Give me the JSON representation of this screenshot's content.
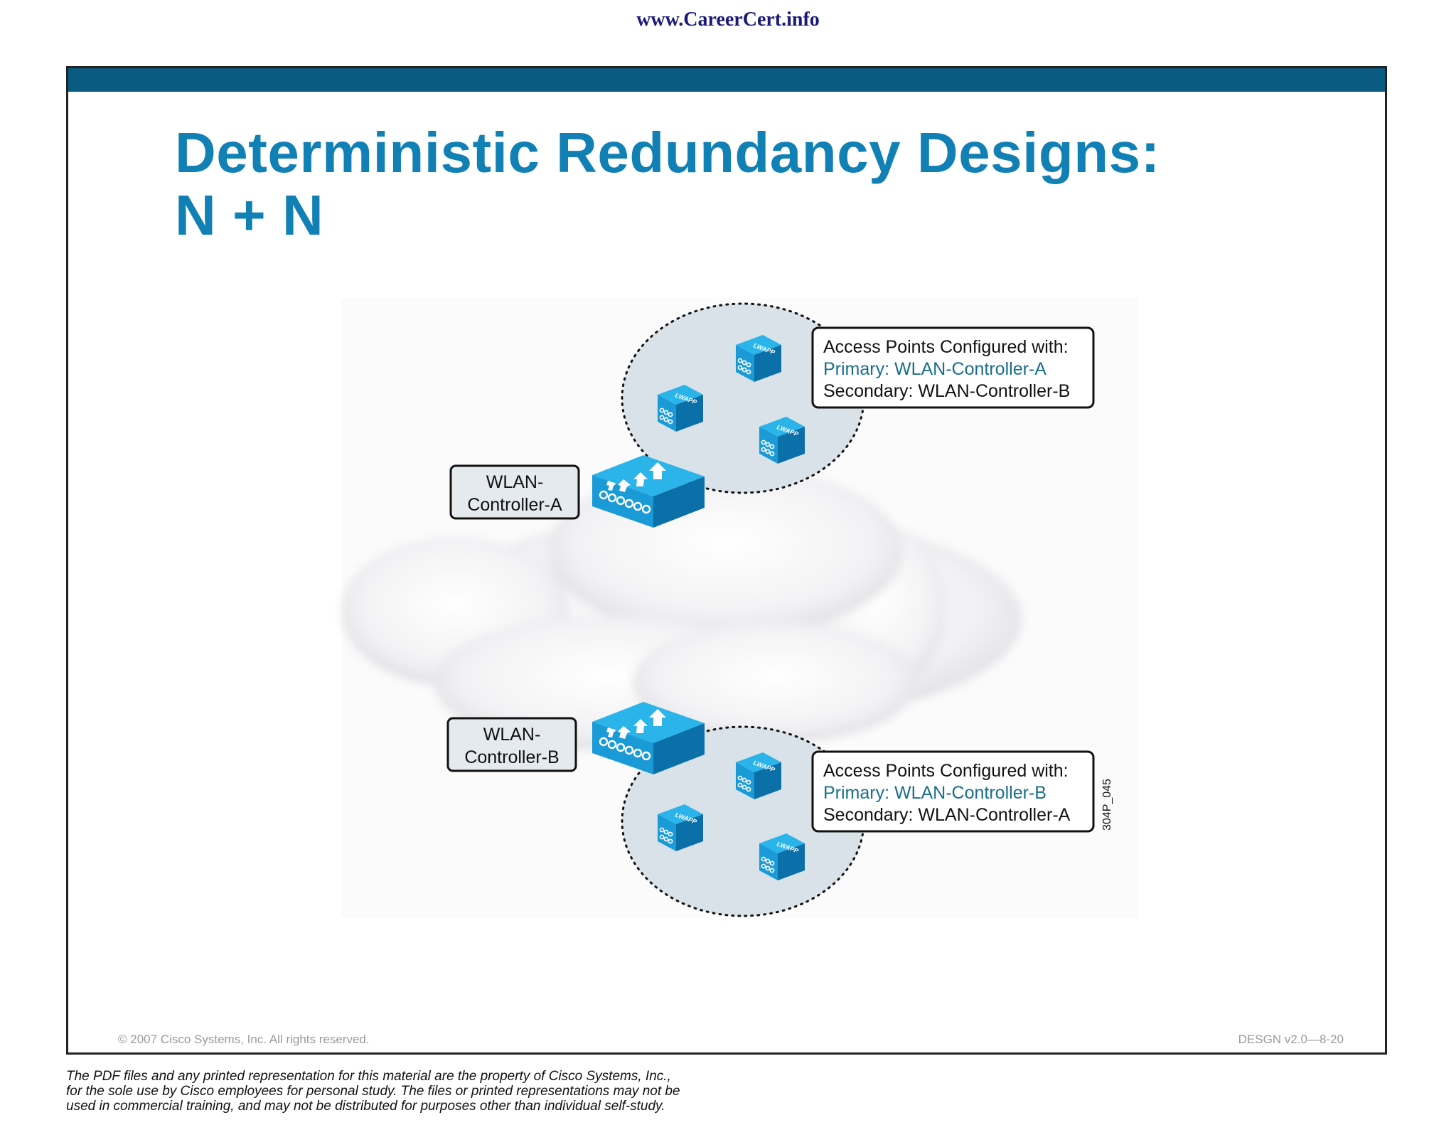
{
  "site_url": "www.CareerCert.info",
  "slide": {
    "title_line1": "Deterministic Redundancy Designs:",
    "title_line2": "N + N",
    "copyright": "© 2007 Cisco Systems, Inc. All rights reserved.",
    "course_code": "DESGN v2.0—8-20"
  },
  "diagram": {
    "controller_a": {
      "line1": "WLAN-",
      "line2": "Controller-A"
    },
    "controller_b": {
      "line1": "WLAN-",
      "line2": "Controller-B"
    },
    "group_a": {
      "heading": "Access Points Configured with:",
      "primary": "Primary: WLAN-Controller-A",
      "secondary": "Secondary: WLAN-Controller-B"
    },
    "group_b": {
      "heading": "Access Points Configured with:",
      "primary": "Primary: WLAN-Controller-B",
      "secondary": "Secondary: WLAN-Controller-A"
    },
    "ap_label": "LWAPP",
    "figure_id": "304P_045",
    "colors": {
      "device": "#1aa3df",
      "device_dark": "#0b6fa8",
      "primary_text": "#1a6e8a"
    }
  },
  "disclaimer": [
    "The PDF files and any printed representation for this material are the property of Cisco Systems, Inc.,",
    "for the sole use by Cisco employees for personal study. The files or printed representations may not be",
    "used in commercial training, and may not be distributed for purposes other than individual self-study."
  ]
}
